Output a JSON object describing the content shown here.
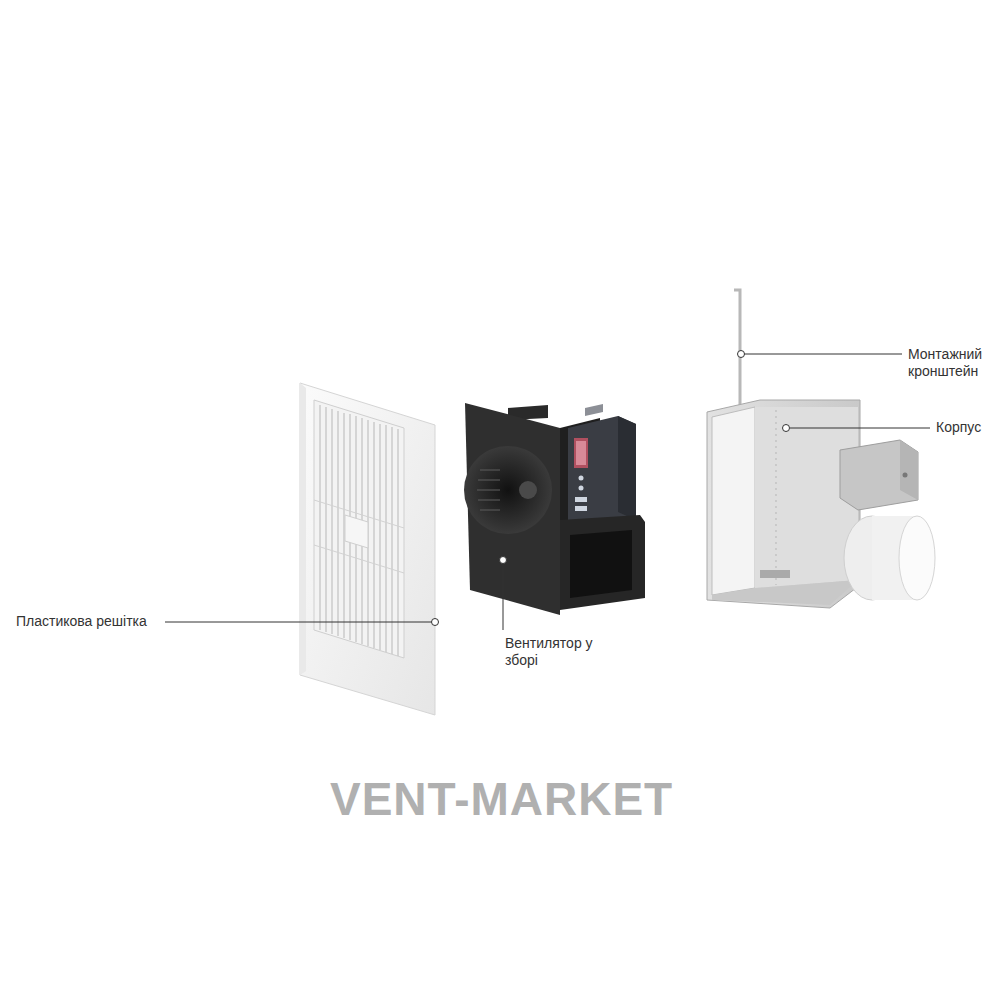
{
  "diagram": {
    "labels": [
      "Монтажний кронштейн",
      "Корпус",
      "Пластикова решітка",
      "Вентилятор у зборі",
      "VENT-MARKET"
    ]
  }
}
